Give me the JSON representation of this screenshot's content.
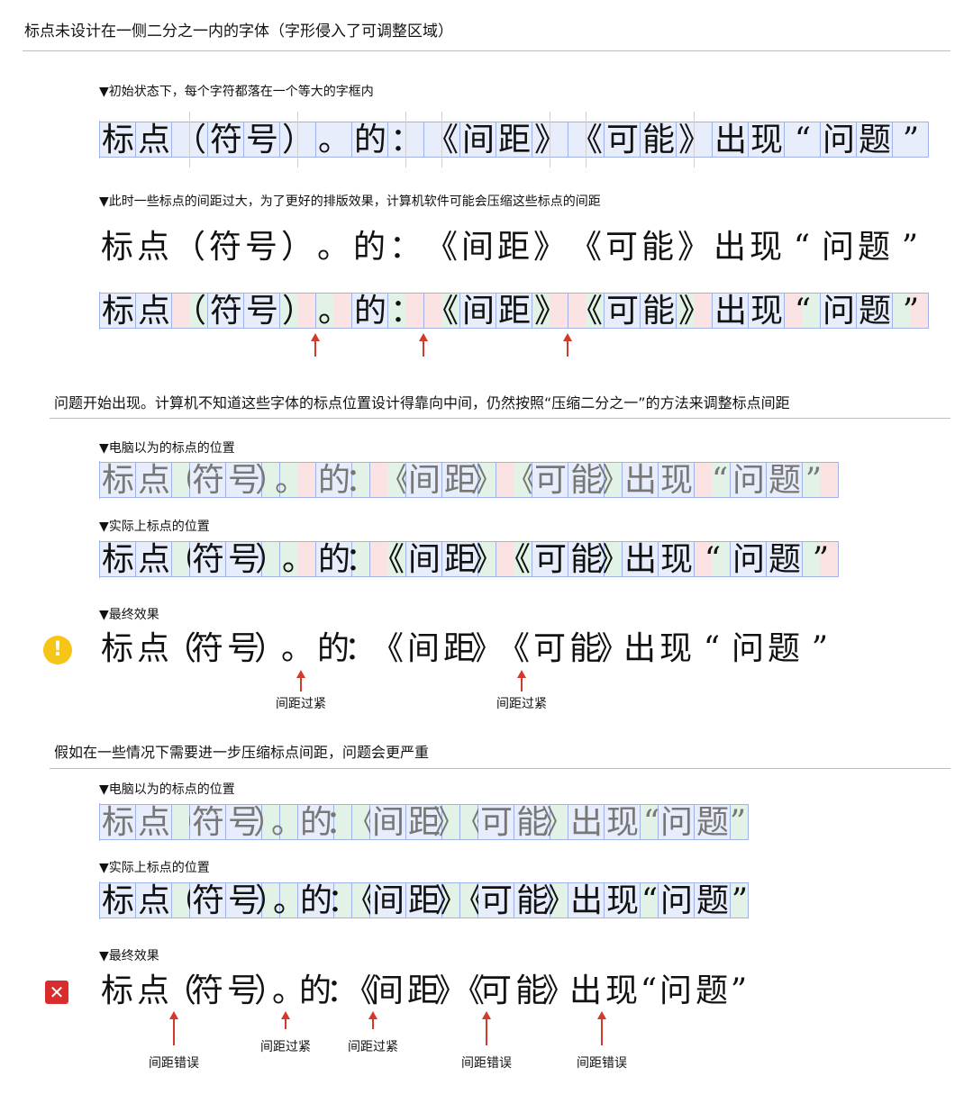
{
  "title": "标点未设计在一侧二分之一内的字体（字形侵入了可调整区域）",
  "section1": {
    "caption_initial": "▼初始状态下，每个字符都落在一个等大的字框内",
    "caption_compress": "▼此时一些标点的间距过大，为了更好的排版效果，计算机软件可能会压缩这些标点的间距"
  },
  "section2": {
    "title": "问题开始出现。计算机不知道这些字体的标点位置设计得靠向中间，仍然按照“压缩二分之一”的方法来调整标点间距",
    "caption_computer": "▼电脑以为的标点的位置",
    "caption_actual": "▼实际上标点的位置",
    "caption_final": "▼最终效果",
    "note_tight": "间距过紧"
  },
  "section3": {
    "title": "假如在一些情况下需要进一步压缩标点间距，问题会更严重",
    "caption_computer": "▼电脑以为的标点的位置",
    "caption_actual": "▼实际上标点的位置",
    "caption_final": "▼最终效果",
    "note_tight": "间距过紧",
    "note_wrong": "间距错误"
  },
  "sample_text": "标点（符号）。的：《间距》《可能》出现“问题”",
  "glyphs": [
    "标",
    "点",
    "（",
    "符",
    "号",
    "）",
    "。",
    "的",
    "：",
    "《",
    "间",
    "距",
    "》",
    "《",
    "可",
    "能",
    "》",
    "出",
    "现",
    "“",
    "问",
    "题",
    "”"
  ],
  "icons": {
    "warning": "warning-icon",
    "error": "error-icon",
    "arrow": "arrow-up-icon"
  },
  "colors": {
    "box_border": "#9fb3e8",
    "latin_bg": "#e7edfb",
    "removed_space": "#fbe3e3",
    "kept_space": "#e3f2e7",
    "arrow": "#d23a2b",
    "warn": "#f5c518",
    "error": "#d92c2c"
  }
}
